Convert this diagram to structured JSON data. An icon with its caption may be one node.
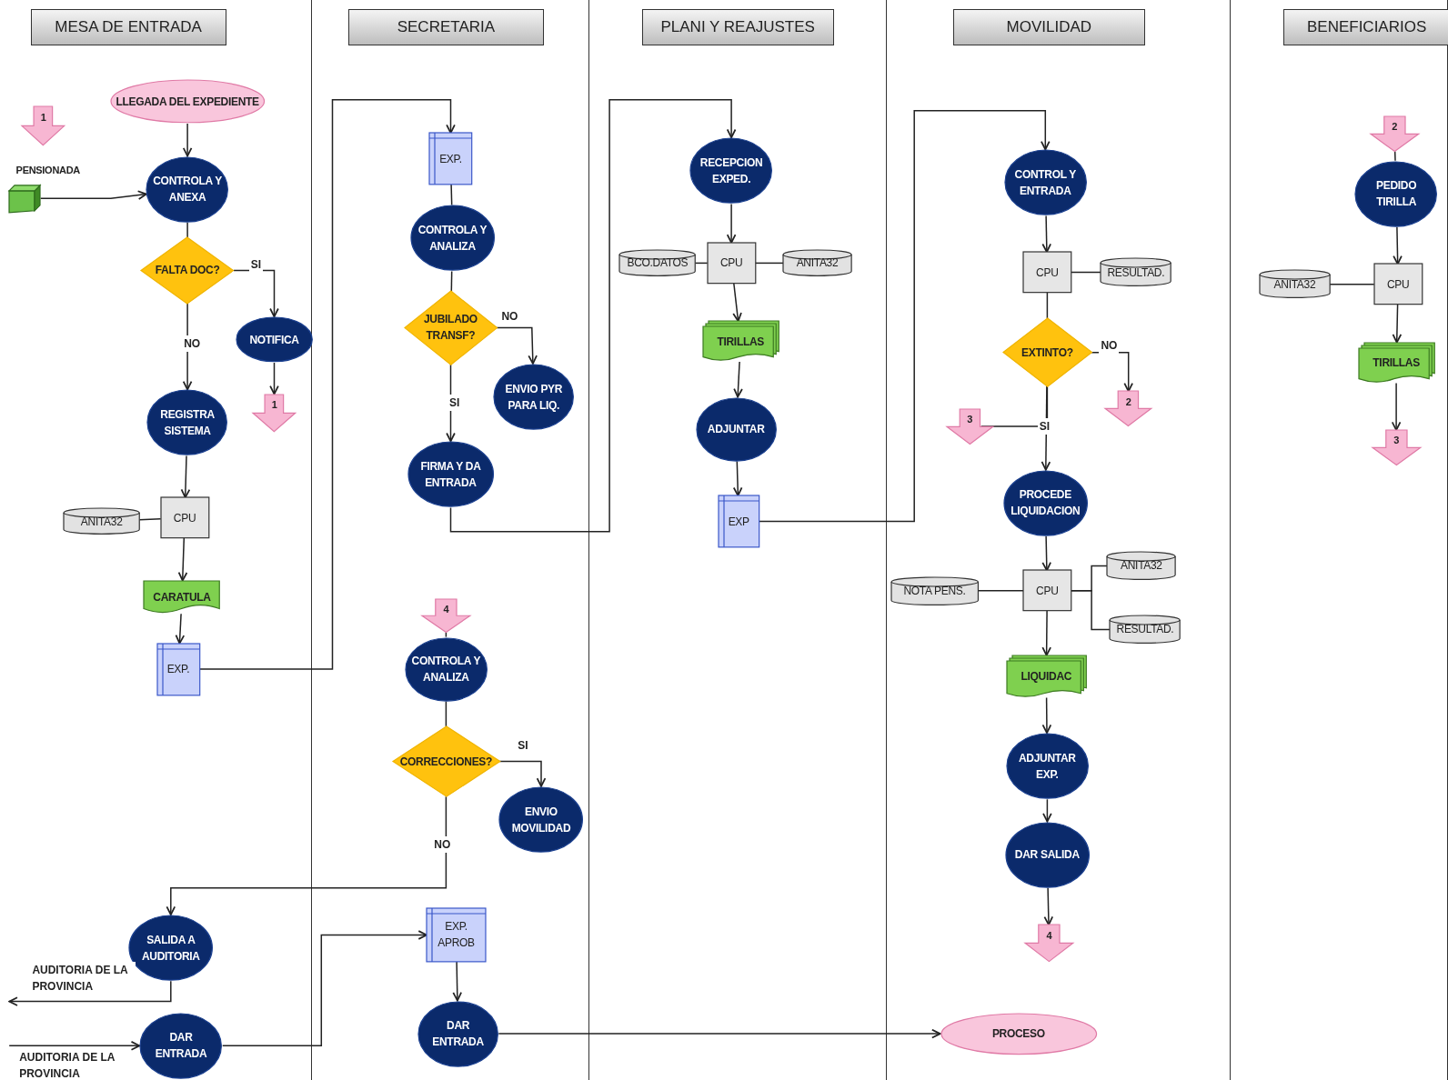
{
  "diagram": {
    "nodes": [
      {
        "text": [
          "MESA DE ENTRADA"
        ]
      },
      {
        "text": [
          "LLEGADA DEL EXPEDIENTE"
        ],
        "in": 0
      },
      {
        "text": [
          "1"
        ],
        "in": 0
      },
      {
        "text": [
          "PENSIONADA"
        ],
        "in": 0
      },
      {
        "text": [
          "CONTROLA Y ANEXA"
        ],
        "in": 0
      },
      {
        "text": [
          "FALTA DOC?"
        ],
        "in": 0
      },
      {
        "text": [
          "NOTIFICA"
        ],
        "in": 0
      },
      {
        "text": [
          "1"
        ],
        "in": 0
      },
      {
        "text": [
          "REGISTRA SISTEMA"
        ],
        "in": 0
      },
      {
        "text": [
          "ANITA32"
        ],
        "in": 0
      },
      {
        "text": [
          "CPU"
        ],
        "in": 0
      },
      {
        "text": [
          "CARATULA"
        ],
        "in": 0
      },
      {
        "text": [
          "EXP."
        ],
        "in": 0
      },
      {
        "text": [
          "SALIDA A AUDITORIA"
        ],
        "in": 0
      },
      {
        "text": [
          "DAR ENTRADA"
        ],
        "in": 0
      },
      {
        "text": [
          "SECRETARIA"
        ]
      },
      {
        "text": [
          "EXP."
        ],
        "in": 15
      },
      {
        "text": [
          "CONTROLA Y ANALIZA"
        ],
        "in": 15
      },
      {
        "text": [
          "JUBILADO TRANSF?"
        ],
        "in": 15
      },
      {
        "text": [
          "ENVIO PYR PARA LIQ."
        ],
        "in": 15
      },
      {
        "text": [
          "FIRMA Y DA ENTRADA"
        ],
        "in": 15
      },
      {
        "text": [
          "4"
        ],
        "in": 15
      },
      {
        "text": [
          "CONTROLA Y ANALIZA"
        ],
        "in": 15
      },
      {
        "text": [
          "CORRECCIONES?"
        ],
        "in": 15
      },
      {
        "text": [
          "ENVIO MOVILIDAD"
        ],
        "in": 15
      },
      {
        "text": [
          "EXP. APROB"
        ],
        "in": 15
      },
      {
        "text": [
          "DAR ENTRADA"
        ],
        "in": 15
      },
      {
        "text": [
          "PLANI Y REAJUSTES"
        ]
      },
      {
        "text": [
          "RECEPCION EXPED."
        ],
        "in": 27
      },
      {
        "text": [
          "BCO.DATOS"
        ],
        "in": 27
      },
      {
        "text": [
          "CPU"
        ],
        "in": 27
      },
      {
        "text": [
          "ANITA32"
        ],
        "in": 27
      },
      {
        "text": [
          "TIRILLAS"
        ],
        "in": 27
      },
      {
        "text": [
          "ADJUNTAR"
        ],
        "in": 27
      },
      {
        "text": [
          "EXP"
        ],
        "in": 27
      },
      {
        "text": [
          "MOVILIDAD"
        ]
      },
      {
        "text": [
          "CONTROL Y ENTRADA"
        ],
        "in": 35
      },
      {
        "text": [
          "CPU"
        ],
        "in": 35
      },
      {
        "text": [
          "RESULTAD."
        ],
        "in": 35
      },
      {
        "text": [
          "EXTINTO?"
        ],
        "in": 35
      },
      {
        "text": [
          "2"
        ],
        "in": 35
      },
      {
        "text": [
          "3"
        ],
        "in": 35
      },
      {
        "text": [
          "PROCEDE LIQUIDACION"
        ],
        "in": 35
      },
      {
        "text": [
          "NOTA PENS."
        ],
        "in": 35
      },
      {
        "text": [
          "CPU"
        ],
        "in": 35
      },
      {
        "text": [
          "ANITA32"
        ],
        "in": 35
      },
      {
        "text": [
          "RESULTAD."
        ],
        "in": 35
      },
      {
        "text": [
          "LIQUIDAC"
        ],
        "in": 35
      },
      {
        "text": [
          "ADJUNTAR EXP."
        ],
        "in": 35
      },
      {
        "text": [
          "DAR SALIDA"
        ],
        "in": 35
      },
      {
        "text": [
          "4"
        ],
        "in": 35
      },
      {
        "text": [
          "PROCESO"
        ],
        "in": 35
      },
      {
        "text": [
          "BENEFICIARIOS"
        ]
      },
      {
        "text": [
          "2"
        ],
        "in": 52
      },
      {
        "text": [
          "PEDIDO TIRILLA"
        ],
        "in": 52
      },
      {
        "text": [
          "ANITA32"
        ],
        "in": 52
      },
      {
        "text": [
          "CPU"
        ],
        "in": 52
      },
      {
        "text": [
          "TIRILLAS"
        ],
        "in": 52
      },
      {
        "text": [
          "3"
        ],
        "in": 52
      }
    ],
    "edges": [
      {
        "from": 1,
        "to": 4,
        "arrow": "to"
      },
      {
        "from": 3,
        "to": 4,
        "arrow": "to"
      },
      {
        "from": 4,
        "to": 5,
        "arrow": "none"
      },
      {
        "from": 5,
        "to": 6,
        "label": "SI",
        "arrow": "to"
      },
      {
        "from": 5,
        "to": 8,
        "label": "NO",
        "arrow": "to"
      },
      {
        "from": 6,
        "to": 7,
        "arrow": "to"
      },
      {
        "from": 8,
        "to": 10,
        "arrow": "to"
      },
      {
        "from": 9,
        "to": 10,
        "arrow": "none"
      },
      {
        "from": 10,
        "to": 11,
        "arrow": "to"
      },
      {
        "from": 11,
        "to": 12,
        "arrow": "to"
      },
      {
        "from": 12,
        "to": 16,
        "arrow": "to"
      },
      {
        "from": 16,
        "to": 17,
        "arrow": "none"
      },
      {
        "from": 17,
        "to": 18,
        "arrow": "none"
      },
      {
        "from": 18,
        "to": 19,
        "label": "NO",
        "arrow": "to"
      },
      {
        "from": 18,
        "to": 20,
        "label": "SI",
        "arrow": "to"
      },
      {
        "from": 20,
        "to": 28,
        "arrow": "to"
      },
      {
        "from": 21,
        "to": 22,
        "arrow": "none"
      },
      {
        "from": 22,
        "to": 23,
        "arrow": "none"
      },
      {
        "from": 23,
        "to": 24,
        "label": "SI",
        "arrow": "to"
      },
      {
        "from": 23,
        "to": 13,
        "label": "NO",
        "arrow": "to"
      },
      {
        "from": 13,
        "to": null,
        "label": "AUDITORIA DE LA PROVINCIA",
        "arrow": "to"
      },
      {
        "from": null,
        "to": 14,
        "label": "AUDITORIA DE LA PROVINCIA",
        "arrow": "to"
      },
      {
        "from": 14,
        "to": 25,
        "arrow": "to"
      },
      {
        "from": 25,
        "to": 26,
        "arrow": "to"
      },
      {
        "from": 26,
        "to": 51,
        "arrow": "to"
      },
      {
        "from": 28,
        "to": 30,
        "arrow": "to"
      },
      {
        "from": 29,
        "to": 30,
        "arrow": "none"
      },
      {
        "from": 30,
        "to": 31,
        "arrow": "none"
      },
      {
        "from": 30,
        "to": 32,
        "arrow": "to"
      },
      {
        "from": 32,
        "to": 33,
        "arrow": "to"
      },
      {
        "from": 33,
        "to": 34,
        "arrow": "to"
      },
      {
        "from": 34,
        "to": 36,
        "arrow": "to"
      },
      {
        "from": 36,
        "to": 37,
        "arrow": "to"
      },
      {
        "from": 37,
        "to": 38,
        "arrow": "none"
      },
      {
        "from": 37,
        "to": 39,
        "arrow": "none"
      },
      {
        "from": 39,
        "to": 40,
        "label": "NO",
        "arrow": "to"
      },
      {
        "from": 39,
        "to": 41,
        "arrow": "none"
      },
      {
        "from": 39,
        "to": 42,
        "label": "SI",
        "arrow": "to"
      },
      {
        "from": 42,
        "to": 44,
        "arrow": "to"
      },
      {
        "from": 43,
        "to": 44,
        "arrow": "none"
      },
      {
        "from": 44,
        "to": 45,
        "arrow": "none"
      },
      {
        "from": 44,
        "to": 46,
        "arrow": "none"
      },
      {
        "from": 44,
        "to": 47,
        "arrow": "to"
      },
      {
        "from": 47,
        "to": 48,
        "arrow": "to"
      },
      {
        "from": 48,
        "to": 49,
        "arrow": "to"
      },
      {
        "from": 49,
        "to": 50,
        "arrow": "to"
      },
      {
        "from": 53,
        "to": 54,
        "arrow": "none"
      },
      {
        "from": 54,
        "to": 56,
        "arrow": "to"
      },
      {
        "from": 55,
        "to": 56,
        "arrow": "none"
      },
      {
        "from": 56,
        "to": 57,
        "arrow": "to"
      },
      {
        "from": 57,
        "to": 58,
        "arrow": "to"
      }
    ]
  }
}
